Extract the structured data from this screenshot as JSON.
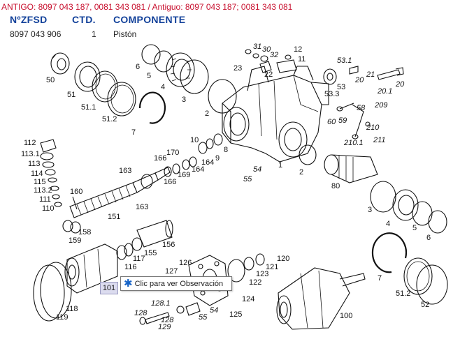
{
  "header": {
    "antigo_line": "ANTIGO: 8097 043 187, 0081 343 081 / Antiguo: 8097 043 187; 0081 343 081"
  },
  "table": {
    "headers": {
      "zfsd": "NºZFSD",
      "ctd": "CTD.",
      "componente": "COMPONENTE"
    },
    "row": {
      "zfsd": "8097 043 906",
      "ctd": "1",
      "componente": "Pistón"
    }
  },
  "tooltip": {
    "icon": "asterisk-icon",
    "text": "Clic para ver Observación",
    "part_badge": "101"
  },
  "colors": {
    "header_red": "#c8102e",
    "header_blue": "#12419a",
    "icon_blue": "#1663c7"
  },
  "labels": {
    "l31": "31",
    "l30": "30",
    "l32": "32",
    "l12": "12",
    "l23": "23",
    "l22": "22",
    "l11": "11",
    "l53_1": "53.1",
    "l53": "53",
    "l53_3": "53.3",
    "l21": "21",
    "l20": "20",
    "l20_1": "20.1",
    "l6a": "6",
    "l5a": "5",
    "l4a": "4",
    "l3a": "3",
    "l50": "50",
    "l51": "51",
    "l51_1": "51.1",
    "l51_2": "51.2",
    "l7a": "7",
    "l2a": "2",
    "l209": "209",
    "l60": "60",
    "l59": "59",
    "l58": "58",
    "l210_1": "210.1",
    "l211": "211",
    "l210": "210",
    "l10": "10",
    "l8": "8",
    "l9": "9",
    "l1": "1",
    "l2b": "2",
    "l54a": "54",
    "l55a": "55",
    "l80": "80",
    "l166a": "166",
    "l170": "170",
    "l164a": "164",
    "l164b": "164",
    "l169": "169",
    "l166b": "166",
    "l163a": "163",
    "l163b": "163",
    "l112": "112",
    "l113_1": "113.1",
    "l113": "113",
    "l114": "114",
    "l115": "115",
    "l113_2": "113.2",
    "l111": "111",
    "l110": "110",
    "l160": "160",
    "l151": "151",
    "l158": "158",
    "l159": "159",
    "l156": "156",
    "l155": "155",
    "l117": "117",
    "l116": "116",
    "l127": "127",
    "l126": "126",
    "l120": "120",
    "l121": "121",
    "l123": "123",
    "l122": "122",
    "l124": "124",
    "l125": "125",
    "l128_1": "128.1",
    "l128a": "128",
    "l128b": "128",
    "l129": "129",
    "l55b": "55",
    "l54b": "54",
    "l118": "118",
    "l119": "119",
    "l100": "100",
    "l3b": "3",
    "l4b": "4",
    "l5b": "5",
    "l6b": "6",
    "l7b": "7",
    "l51_2b": "51.2",
    "l52": "52"
  }
}
